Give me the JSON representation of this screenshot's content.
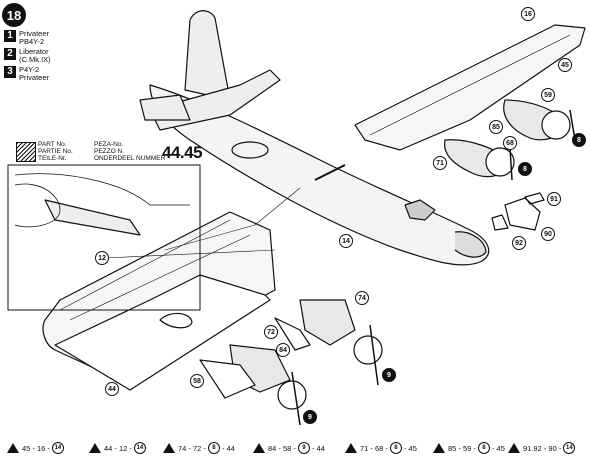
{
  "step": "18",
  "variants": [
    {
      "num": "1",
      "lines": [
        "Privateer",
        "PB4Y-2"
      ]
    },
    {
      "num": "2",
      "lines": [
        "Liberator",
        "(C.Mk.IX)"
      ]
    },
    {
      "num": "3",
      "lines": [
        "P4Y-2",
        "Privateer"
      ]
    }
  ],
  "partbox": {
    "col1": [
      "PART No.",
      "PARTIE No.",
      "TEILE-Nr."
    ],
    "col2": [
      "PEZA-No.",
      "PEZZO N.",
      "ONDERDEEL NUMMER"
    ],
    "example": "44.45"
  },
  "callouts": [
    {
      "id": "16",
      "dark": false
    },
    {
      "id": "45",
      "dark": false
    },
    {
      "id": "59",
      "dark": false
    },
    {
      "id": "85",
      "dark": false
    },
    {
      "id": "68",
      "dark": false
    },
    {
      "id": "8",
      "dark": true
    },
    {
      "id": "71",
      "dark": false
    },
    {
      "id": "8",
      "dark": true
    },
    {
      "id": "91",
      "dark": false
    },
    {
      "id": "90",
      "dark": false
    },
    {
      "id": "92",
      "dark": false
    },
    {
      "id": "14",
      "dark": false
    },
    {
      "id": "12",
      "dark": false
    },
    {
      "id": "74",
      "dark": false
    },
    {
      "id": "72",
      "dark": false
    },
    {
      "id": "84",
      "dark": false
    },
    {
      "id": "58",
      "dark": false
    },
    {
      "id": "9",
      "dark": true
    },
    {
      "id": "9",
      "dark": true
    },
    {
      "id": "44",
      "dark": false
    }
  ],
  "footer": [
    {
      "text": "45 - 16 -",
      "circ": "14"
    },
    {
      "text": "44 - 12 -",
      "circ": "14"
    },
    {
      "text": "74 - 72 -",
      "circ": "8",
      "tail": "- 44"
    },
    {
      "text": "84 - 58 -",
      "circ": "9",
      "tail": "- 44"
    },
    {
      "text": "71 - 68 -",
      "circ": "8",
      "tail": "- 45"
    },
    {
      "text": "85 - 59 -",
      "circ": "8",
      "tail": "- 45"
    },
    {
      "text": "91.92 - 90 -",
      "circ": "14"
    }
  ]
}
